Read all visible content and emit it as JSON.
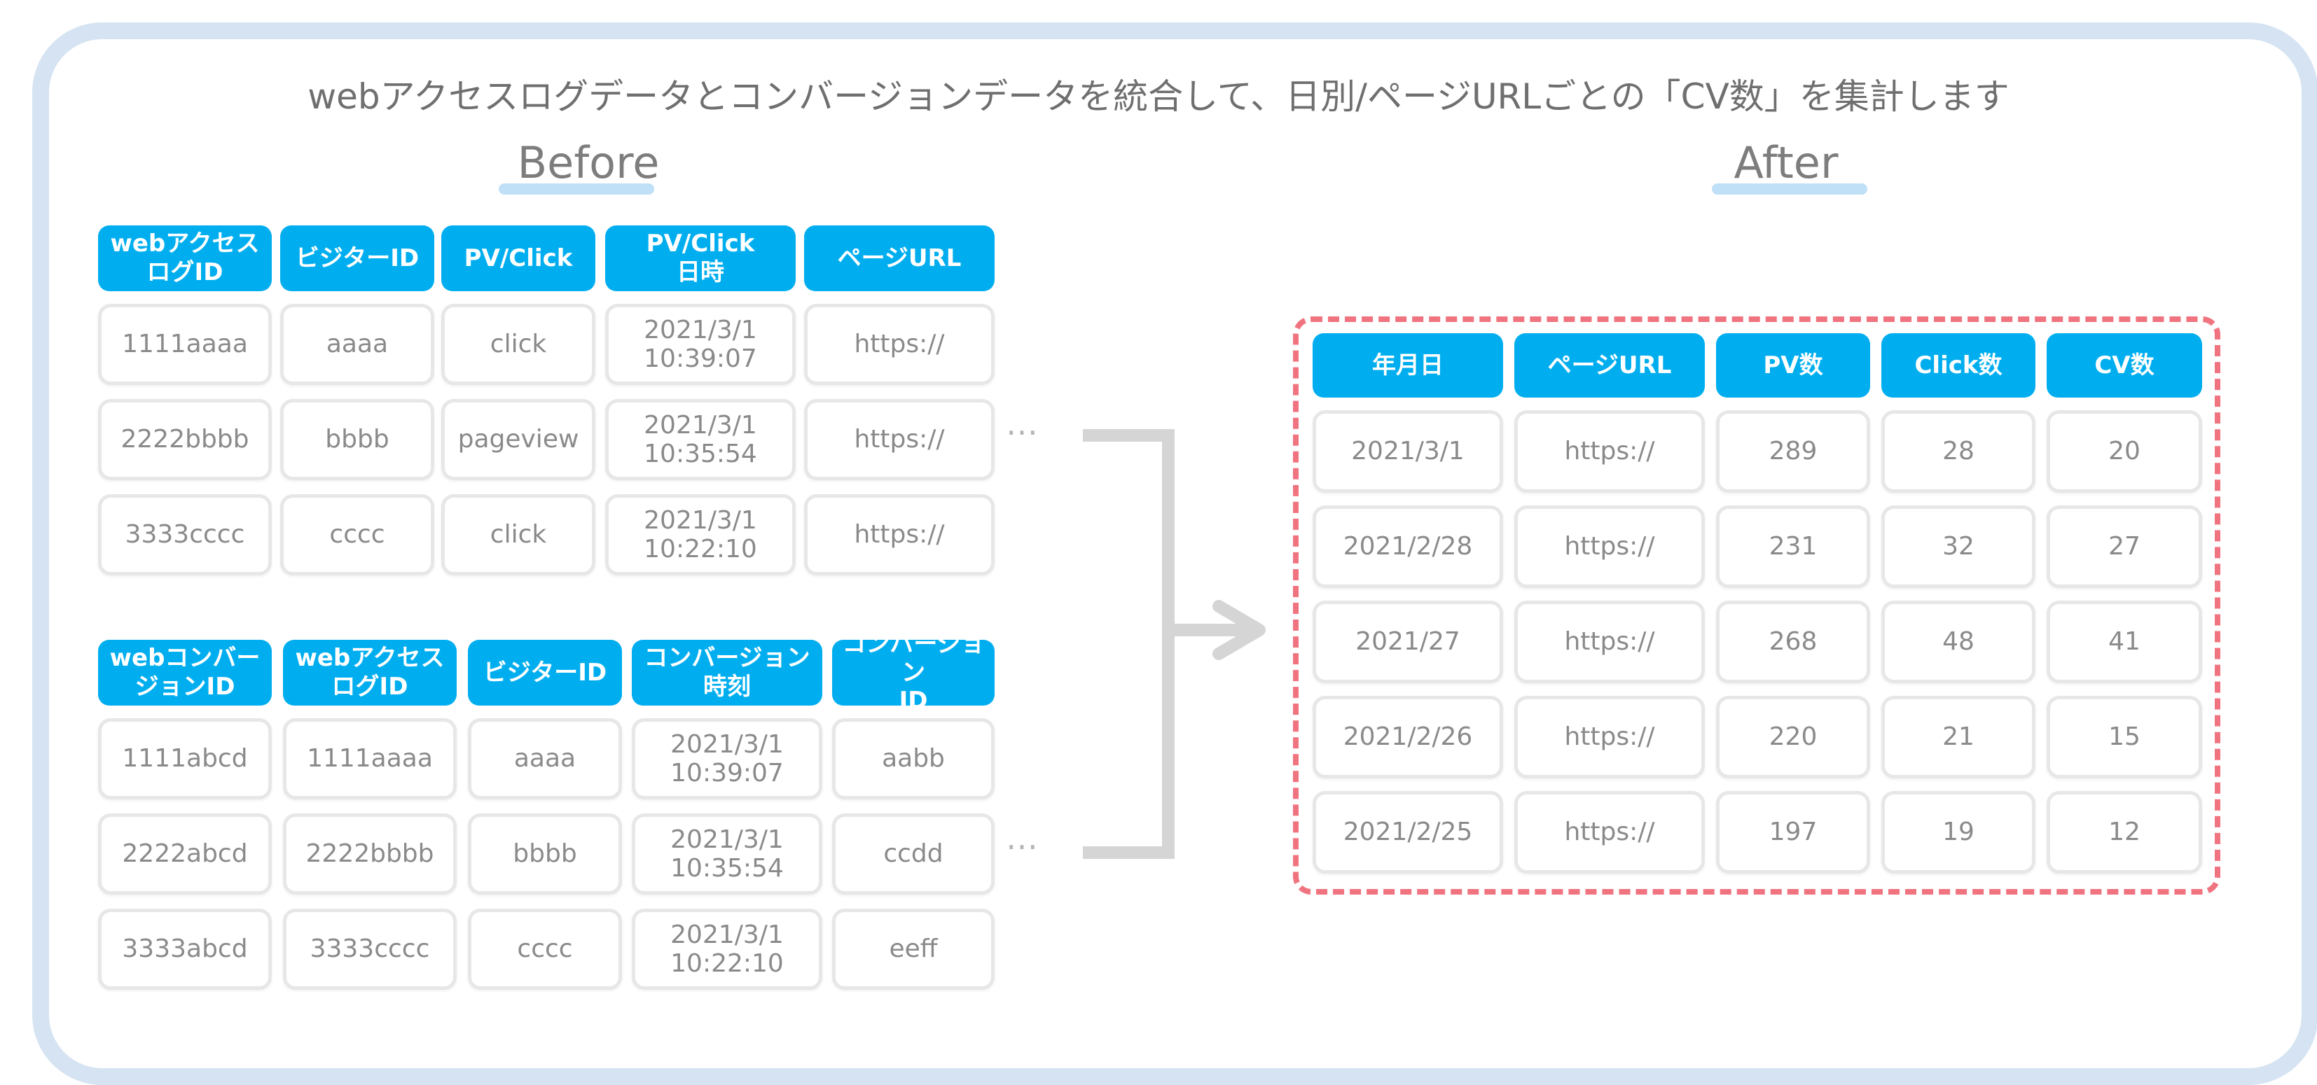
{
  "heading": "webアクセスログデータとコンバージョンデータを統合して、日別/ページURLごとの「CV数」を集計します",
  "before_label": "Before",
  "after_label": "After",
  "ellipsis": "…",
  "colors": {
    "header_fill": "#00aeef",
    "frame": "#d5e3f2",
    "connector": "#d5d5d5",
    "dashed_border": "#f07480",
    "title_underline": "#bfe0f6"
  },
  "access_log_table": {
    "headers": [
      "webアクセス\nログID",
      "ビジターID",
      "PV/Click",
      "PV/Click\n日時",
      "ページURL"
    ],
    "rows": [
      [
        "1111aaaa",
        "aaaa",
        "click",
        "2021/3/1\n10:39:07",
        "https://"
      ],
      [
        "2222bbbb",
        "bbbb",
        "pageview",
        "2021/3/1\n10:35:54",
        "https://"
      ],
      [
        "3333cccc",
        "cccc",
        "click",
        "2021/3/1\n10:22:10",
        "https://"
      ]
    ]
  },
  "conversion_table": {
    "headers": [
      "webコンバー\nジョンID",
      "webアクセス\nログID",
      "ビジターID",
      "コンバージョン\n時刻",
      "コンバージョン\nID"
    ],
    "rows": [
      [
        "1111abcd",
        "1111aaaa",
        "aaaa",
        "2021/3/1\n10:39:07",
        "aabb"
      ],
      [
        "2222abcd",
        "2222bbbb",
        "bbbb",
        "2021/3/1\n10:35:54",
        "ccdd"
      ],
      [
        "3333abcd",
        "3333cccc",
        "cccc",
        "2021/3/1\n10:22:10",
        "eeff"
      ]
    ]
  },
  "result_table": {
    "headers": [
      "年月日",
      "ページURL",
      "PV数",
      "Click数",
      "CV数"
    ],
    "rows": [
      [
        "2021/3/1",
        "https://",
        "289",
        "28",
        "20"
      ],
      [
        "2021/2/28",
        "https://",
        "231",
        "32",
        "27"
      ],
      [
        "2021/27",
        "https://",
        "268",
        "48",
        "41"
      ],
      [
        "2021/2/26",
        "https://",
        "220",
        "21",
        "15"
      ],
      [
        "2021/2/25",
        "https://",
        "197",
        "19",
        "12"
      ]
    ]
  }
}
